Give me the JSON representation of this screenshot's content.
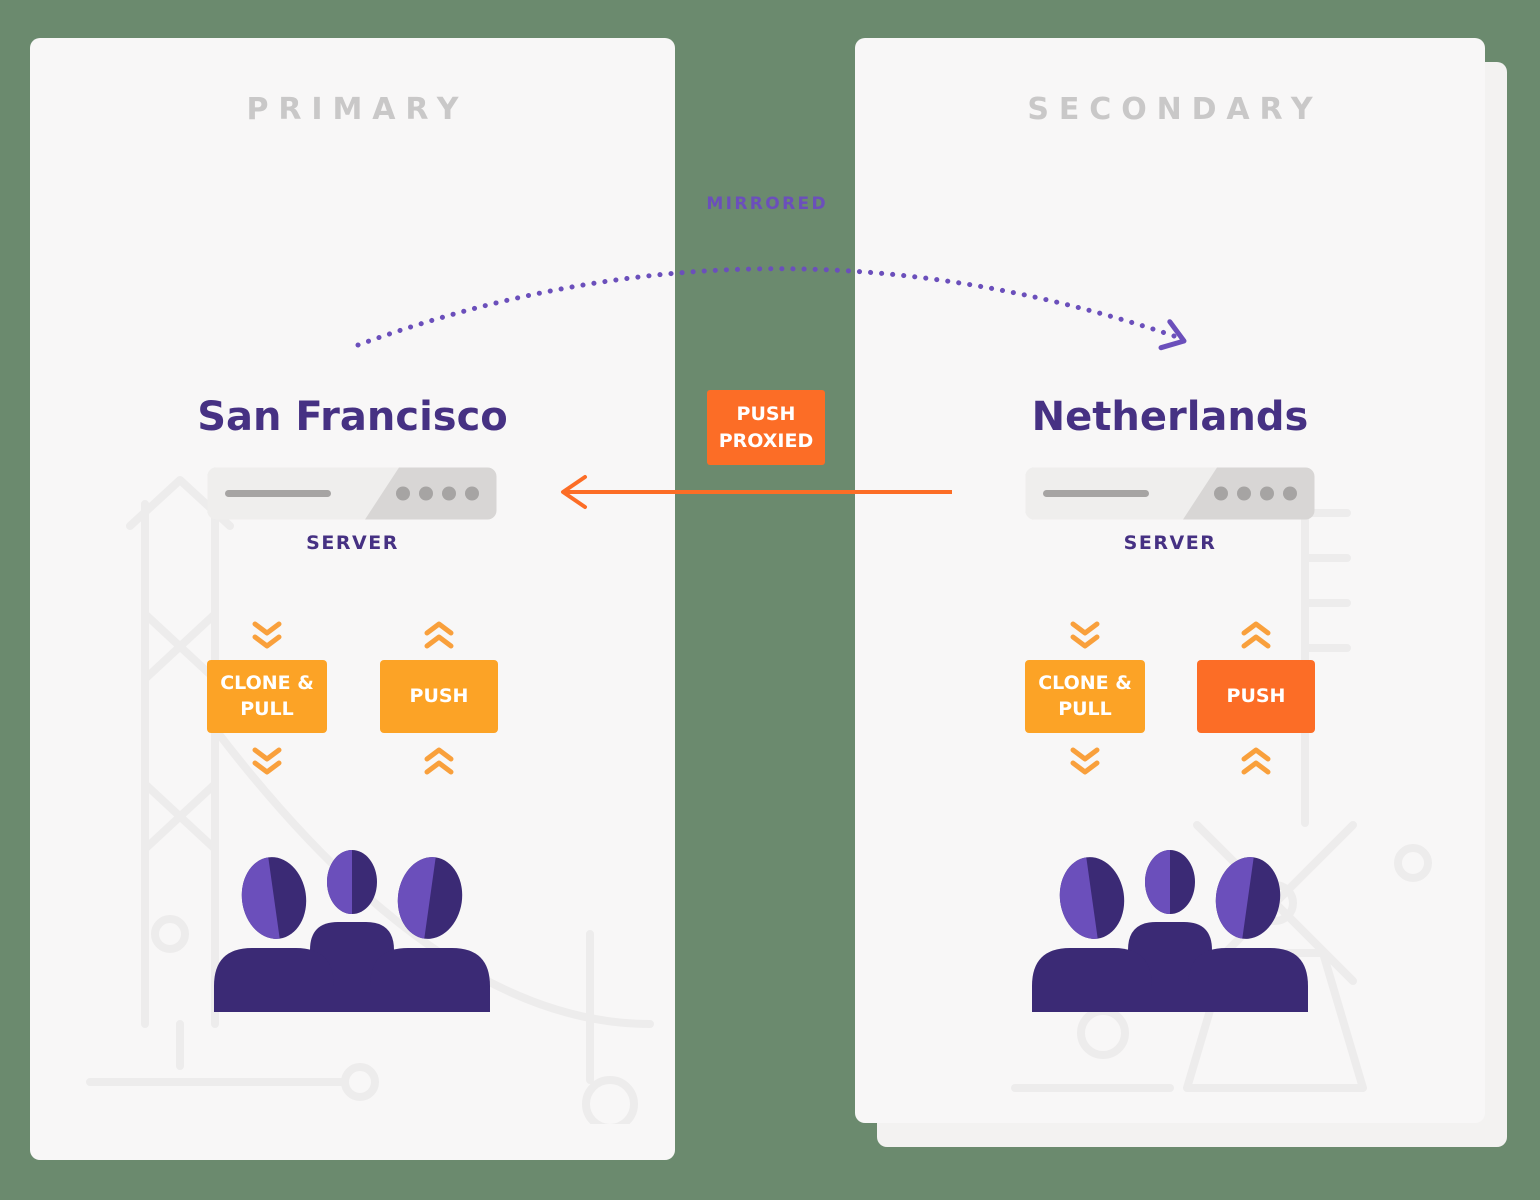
{
  "colors": {
    "background_green": "#6b8a6e",
    "card_background": "#f8f7f7",
    "panel_title_gray": "#c9c8c8",
    "heading_purple": "#463183",
    "brand_purple": "#6b4fbb",
    "silhouette_dark_purple": "#3b2a75",
    "silhouette_light_purple": "#6b4fbb",
    "button_orange": "#fca326",
    "deep_orange": "#fc6d26",
    "chevron_orange": "#f9a03c",
    "server_gray": "#d8d6d5"
  },
  "primary": {
    "title": "PRIMARY",
    "location": "San Francisco",
    "server_label": "SERVER",
    "clone_pull_button": {
      "line1": "CLONE &",
      "line2": "PULL"
    },
    "push_button": "PUSH"
  },
  "secondary": {
    "title": "SECONDARY",
    "location": "Netherlands",
    "server_label": "SERVER",
    "clone_pull_button": {
      "line1": "CLONE &",
      "line2": "PULL"
    },
    "push_button": "PUSH"
  },
  "connections": {
    "mirrored_label": "MIRRORED",
    "push_proxied_badge": {
      "line1": "PUSH",
      "line2": "PROXIED"
    }
  }
}
